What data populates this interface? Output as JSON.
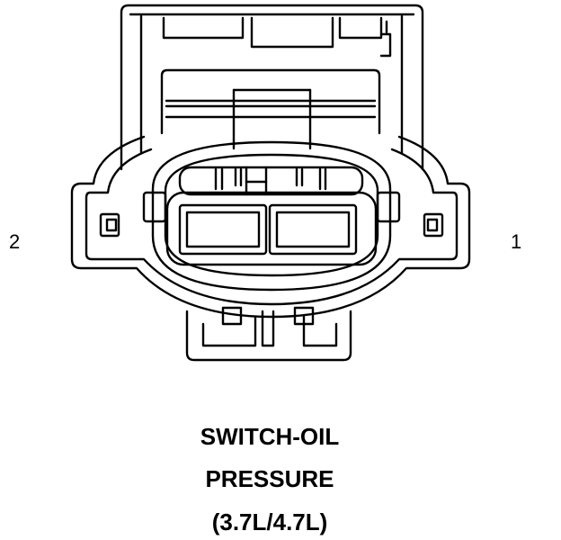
{
  "pins": {
    "left": "2",
    "right": "1"
  },
  "caption": {
    "line1": "SWITCH-OIL",
    "line2": "PRESSURE",
    "line3": "(3.7L/4.7L)"
  },
  "colors": {
    "stroke": "#000000",
    "background": "#ffffff"
  }
}
